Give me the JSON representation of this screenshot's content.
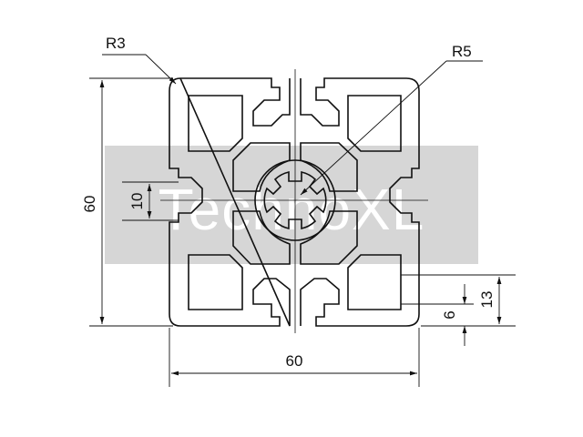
{
  "drawing": {
    "watermark": "TechnoXL",
    "radius_labels": {
      "corner": "R3",
      "center": "R5"
    },
    "dimensions": {
      "width": "60",
      "height": "60",
      "slot_width": "10",
      "slot_offset_small": "6",
      "slot_offset_large": "13"
    },
    "colors": {
      "line": "#111111",
      "watermark_band": "#d6d6d6",
      "watermark_text": "#ffffff"
    }
  }
}
